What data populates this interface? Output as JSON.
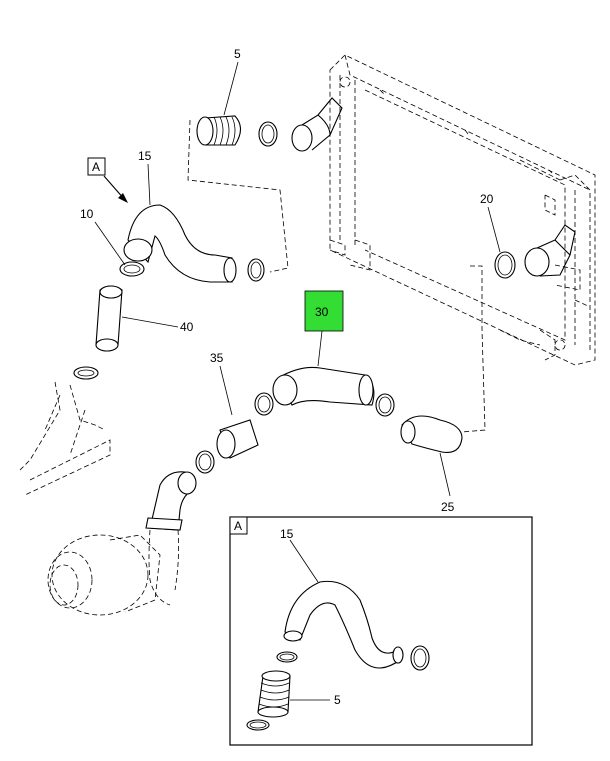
{
  "callouts": {
    "c5": "5",
    "c15": "15",
    "c10": "10",
    "c40": "40",
    "c20": "20",
    "c30": "30",
    "c35": "35",
    "c25": "25",
    "detail_15": "15",
    "detail_5": "5"
  },
  "view_marker": "A",
  "detail_view_label": "A",
  "colors": {
    "highlight": "#33dd33",
    "line": "#000000",
    "background": "#ffffff"
  }
}
